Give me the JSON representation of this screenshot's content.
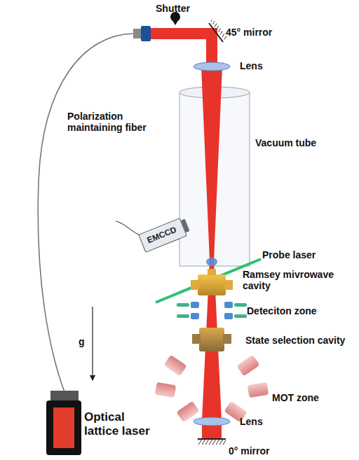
{
  "diagram": {
    "nodes": [
      {
        "text": [
          "EMCCD"
        ]
      }
    ],
    "labels": [
      "Shutter",
      "45° mirror",
      "Polarization maintaining fiber",
      "Lens",
      "Vacuum tube",
      "Probe laser",
      "Optical lattice laser",
      "Ramsey mivrowave cavity",
      "Deteciton zone",
      "State selection cavity",
      "g",
      "MOT zone",
      "Lens",
      "0° mirror"
    ]
  }
}
